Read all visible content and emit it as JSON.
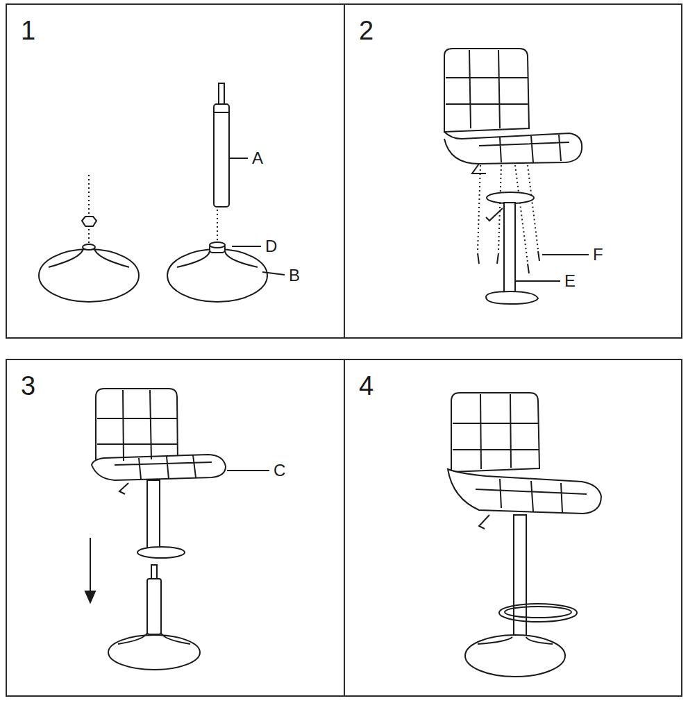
{
  "diagram": {
    "nodes": [
      {
        "text": [
          "1"
        ]
      },
      {
        "text": [
          "2"
        ]
      },
      {
        "text": [
          "3"
        ]
      },
      {
        "text": [
          "4"
        ]
      }
    ],
    "labels": [
      "A",
      "D",
      "B",
      "F",
      "E",
      "C"
    ]
  }
}
